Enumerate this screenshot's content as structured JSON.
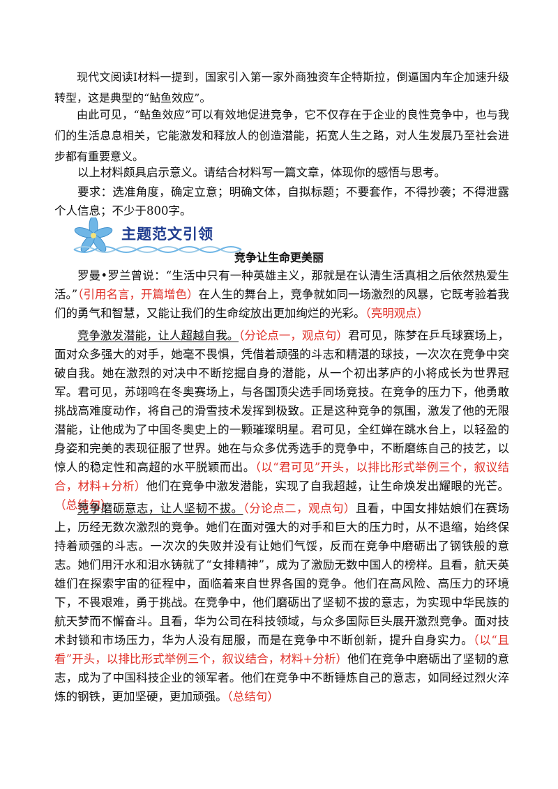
{
  "intro": {
    "p1": "现代文阅读Ⅰ材料一提到，国家引入第一家外商独资车企特斯拉，倒逼国内车企加速升级转型，这是典型的“鲇鱼效应”。",
    "p2": "由此可见，“鲇鱼效应”可以有效地促进竞争，它不仅存在于企业的良性竞争中，也与我们的生活息息相关，它能激发和释放人的创造潜能，拓宽人生之路，对人生发展乃至社会进步都有重要意义。",
    "p3": "以上材料颇具启示意义。请结合材料写一篇文章，体现你的感悟与思考。",
    "p4": "要求：选准角度，确定立意；明确文体，自拟标题；不要套作，不得抄袭；不得泄露个人信息；不少于800字。"
  },
  "section_banner": {
    "title": "主题范文引领",
    "icon": "blue-flower-icon",
    "colors": {
      "title": "#1f3c8f",
      "flower": "#6fb6e6",
      "wave": "#9ccbe8",
      "annotation": "#e0322a"
    }
  },
  "essay": {
    "title": "竞争让生命更美丽",
    "para1": {
      "text1": "罗曼•罗兰曾说：“生活中只有一种英雄主义，那就是在认清生活真相之后依然热爱生活。”",
      "note1": "（引用名言，开篇增色）",
      "text2": "在人生的舞台上，竞争就如同一场激烈的风暴，它既考验着我们的勇气和智慧，又能让我们的生命绽放出更加绚烂的光彩。",
      "note2": "（亮明观点）"
    },
    "para2": {
      "thesis": "竞争激发潜能，让人超越自我。",
      "note1": "（分论点一，观点句）",
      "text1": "君可见，陈梦在乒乓球赛场上，面对众多强大的对手，她毫不畏惧，凭借着顽强的斗志和精湛的球技，一次次在竞争中突破自我。她在激烈的对决中不断挖掘自身的潜能，从一个初出茅庐的小将成长为世界冠军。君可见，苏翊鸣在冬奥赛场上，与各国顶尖选手同场竞技。在竞争的压力下，他勇敢挑战高难度动作，将自己的滑雪技术发挥到极致。正是这种竞争的氛围，激发了他的无限潜能，让他成为了中国冬奥史上的一颗璀璨明星。君可见，全红婵在跳水台上，以轻盈的身姿和完美的表现征服了世界。她在与众多优秀选手的竞争中，不断磨练自己的技艺，以惊人的稳定性和高超的水平脱颖而出。",
      "note2": "（以“君可见”开头，以排比形式举例三个，叙议结合，材料+分析）",
      "text2": "他们在竞争中激发潜能，实现了自我超越，让生命焕发出耀眼的光芒。",
      "note3": "（总结句）"
    },
    "para3": {
      "thesis": "竞争磨砺意志，让人坚韧不拔。",
      "note1": "（分论点二，观点句）",
      "text1": "且看，中国女排姑娘们在赛场上，历经无数次激烈的竞争。她们在面对强大的对手和巨大的压力时，从不退缩，始终保持着顽强的斗志。一次次的失败并没有让她们气馁，反而在竞争中磨砺出了钢铁般的意志。她们用汗水和泪水铸就了“女排精神”，成为了激励无数中国人的榜样。且看，航天英雄们在探索宇宙的征程中，面临着来自世界各国的竞争。他们在高风险、高压力的环境下，不畏艰难，勇于挑战。在竞争中，他们磨砺出了坚韧不拔的意志，为实现中华民族的航天梦而不懈奋斗。且看，华为公司在科技领域，与众多国际巨头展开激烈竞争。面对技术封锁和市场压力，华为人没有屈服，而是在竞争中不断创新，提升自身实力。",
      "note2": "（以“且看”开头，以排比形式举例三个，叙议结合，材料+分析）",
      "text2": "他们在竞争中磨砺出了坚韧的意志，成为了中国科技企业的领军者。他们在竞争中不断锤炼自己的意志，如同经过烈火淬炼的钢铁，更加坚硬，更加顽强。",
      "note3": "（总结句）"
    }
  }
}
